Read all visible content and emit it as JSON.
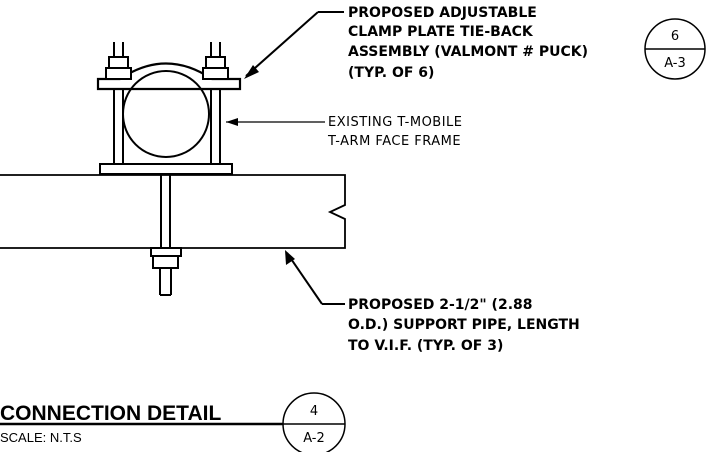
{
  "notes": {
    "clamp_plate": [
      "PROPOSED ADJUSTABLE",
      "CLAMP PLATE TIE-BACK",
      "ASSEMBLY (VALMONT # PUCK)",
      "(TYP. OF 6)"
    ],
    "face_frame": [
      "EXISTING T-MOBILE",
      "T-ARM FACE FRAME"
    ],
    "support_pipe": [
      "PROPOSED 2-1/2\" (2.88",
      "O.D.) SUPPORT PIPE, LENGTH",
      "TO V.I.F. (TYP. OF 3)"
    ]
  },
  "callouts": {
    "detail_ref": {
      "top": "6",
      "bottom": "A-3"
    },
    "title_ref": {
      "top": "4",
      "bottom": "A-2"
    }
  },
  "title": {
    "name": "CONNECTION DETAIL",
    "scale": "SCALE: N.T.S"
  }
}
